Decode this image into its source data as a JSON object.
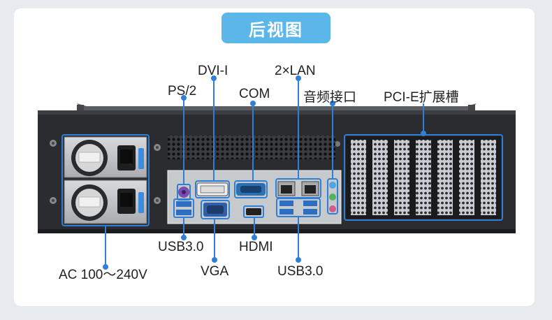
{
  "title": "后视图",
  "labels": {
    "dvi": "DVI-I",
    "lan": "2×LAN",
    "ps2": "PS/2",
    "com": "COM",
    "audio": "音频接口",
    "pcie": "PCI-E扩展槽",
    "usb_left": "USB3.0",
    "hdmi": "HDMI",
    "ac": "AC 100～240V",
    "vga": "VGA",
    "usb_right": "USB3.0"
  },
  "colors": {
    "accent": "#5bb6e9",
    "callout": "#2f7fd8",
    "chassis": "#26282c"
  },
  "icons": [
    "psu-module",
    "pcie-slot-cover",
    "usb-port",
    "lan-port",
    "audio-jack",
    "screw"
  ]
}
